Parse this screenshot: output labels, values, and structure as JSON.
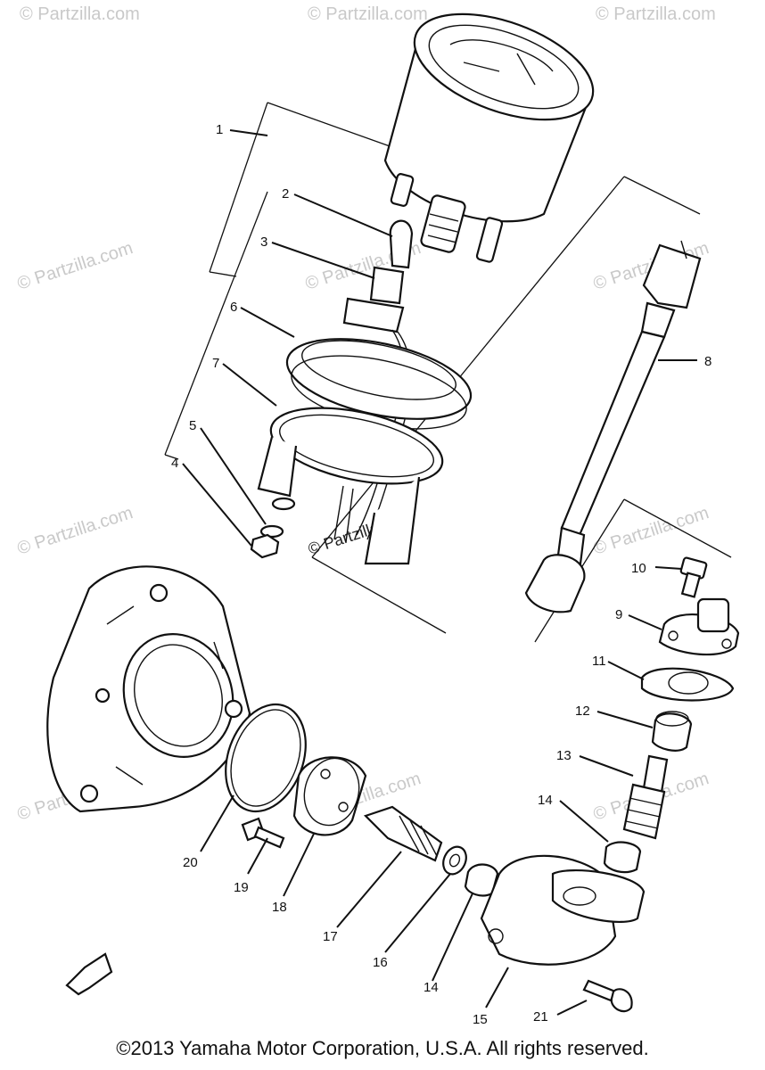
{
  "watermark": "© Partzilla.com",
  "watermark_center": "© Partzilla.com",
  "callouts": [
    "1",
    "2",
    "3",
    "6",
    "7",
    "5",
    "4",
    "8",
    "10",
    "9",
    "11",
    "12",
    "13",
    "14",
    "20",
    "19",
    "18",
    "17",
    "16",
    "14",
    "15",
    "21"
  ],
  "copyright": "©2013 Yamaha Motor Corporation, U.S.A. All rights reserved."
}
